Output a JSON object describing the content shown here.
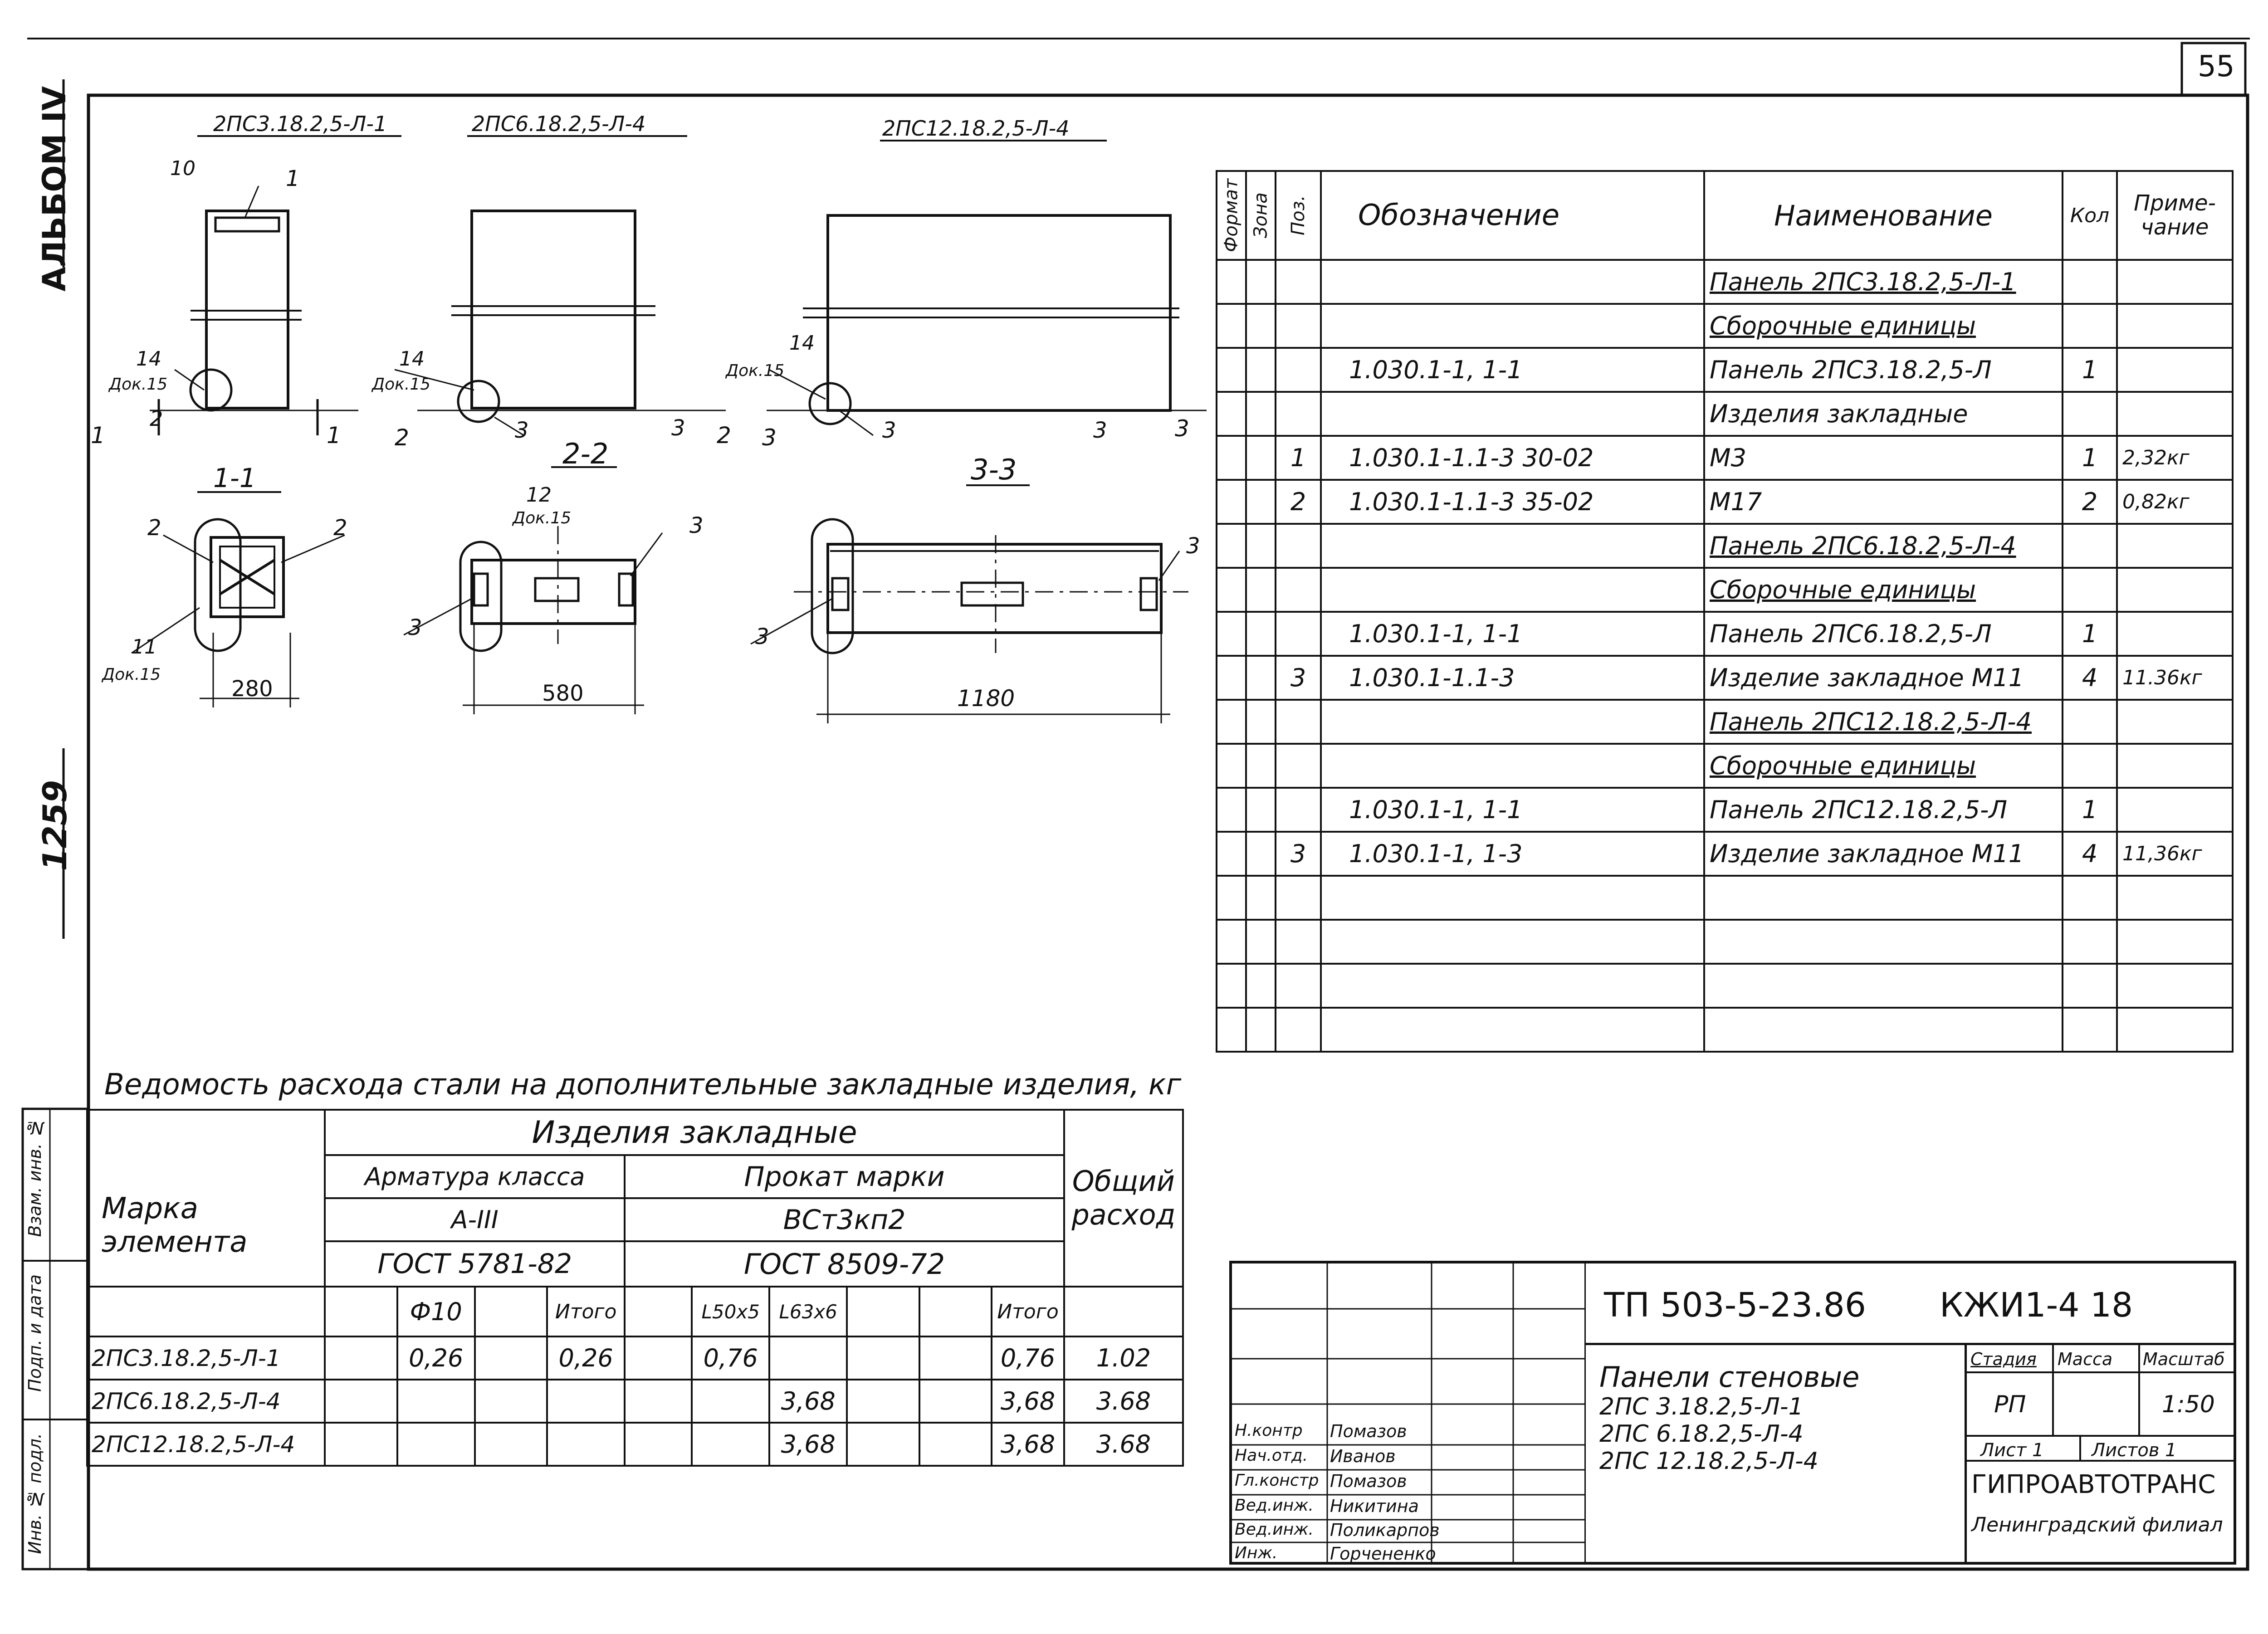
{
  "sheet_number": "55",
  "side": {
    "album": "АЛЬБОМ IV",
    "code": "1259",
    "stamp_labels": [
      "Взам. инв. №",
      "Подп. и дата",
      "Инв. № подл."
    ]
  },
  "drawings": {
    "titles": [
      "2ПС3.18.2,5-Л-1",
      "2ПС6.18.2,5-Л-4",
      "2ПС12.18.2,5-Л-4"
    ],
    "sections": [
      "1-1",
      "2-2",
      "3-3"
    ],
    "dims": [
      "10",
      "280",
      "580",
      "1180",
      "12"
    ],
    "callouts": [
      "1",
      "2",
      "3",
      "11",
      "14",
      "Док.15"
    ],
    "cut_marks": [
      "1",
      "2",
      "3"
    ]
  },
  "spec_table": {
    "headers": {
      "format": "Формат",
      "zone": "Зона",
      "pos": "Поз.",
      "designation": "Обозначение",
      "name": "Наименование",
      "qty": "Кол",
      "note": "Приме-чание"
    },
    "rows": [
      {
        "pos": "",
        "designation": "",
        "name": "Панель 2ПС3.18.2,5-Л-1",
        "qty": "",
        "note": "",
        "u": true
      },
      {
        "pos": "",
        "designation": "",
        "name": "Сборочные единицы",
        "qty": "",
        "note": "",
        "u": true
      },
      {
        "pos": "",
        "designation": "1.030.1-1, 1-1",
        "name": "Панель 2ПС3.18.2,5-Л",
        "qty": "1",
        "note": "",
        "u": false
      },
      {
        "pos": "",
        "designation": "",
        "name": "Изделия закладные",
        "qty": "",
        "note": "",
        "u": false
      },
      {
        "pos": "1",
        "designation": "1.030.1-1.1-3 30-02",
        "name": "М3",
        "qty": "1",
        "note": "2,32кг",
        "u": false
      },
      {
        "pos": "2",
        "designation": "1.030.1-1.1-3 35-02",
        "name": "М17",
        "qty": "2",
        "note": "0,82кг",
        "u": false
      },
      {
        "pos": "",
        "designation": "",
        "name": "Панель 2ПС6.18.2,5-Л-4",
        "qty": "",
        "note": "",
        "u": true
      },
      {
        "pos": "",
        "designation": "",
        "name": "Сборочные единицы",
        "qty": "",
        "note": "",
        "u": true
      },
      {
        "pos": "",
        "designation": "1.030.1-1, 1-1",
        "name": "Панель 2ПС6.18.2,5-Л",
        "qty": "1",
        "note": "",
        "u": false
      },
      {
        "pos": "3",
        "designation": "1.030.1-1.1-3",
        "name": "Изделие закладное М11",
        "qty": "4",
        "note": "11.36кг",
        "u": false
      },
      {
        "pos": "",
        "designation": "",
        "name": "Панель 2ПС12.18.2,5-Л-4",
        "qty": "",
        "note": "",
        "u": true
      },
      {
        "pos": "",
        "designation": "",
        "name": "Сборочные единицы",
        "qty": "",
        "note": "",
        "u": true
      },
      {
        "pos": "",
        "designation": "1.030.1-1, 1-1",
        "name": "Панель 2ПС12.18.2,5-Л",
        "qty": "1",
        "note": "",
        "u": false
      },
      {
        "pos": "3",
        "designation": "1.030.1-1, 1-3",
        "name": "Изделие закладное М11",
        "qty": "4",
        "note": "11,36кг",
        "u": false
      },
      {
        "pos": "",
        "designation": "",
        "name": "",
        "qty": "",
        "note": "",
        "u": false
      },
      {
        "pos": "",
        "designation": "",
        "name": "",
        "qty": "",
        "note": "",
        "u": false
      },
      {
        "pos": "",
        "designation": "",
        "name": "",
        "qty": "",
        "note": "",
        "u": false
      },
      {
        "pos": "",
        "designation": "",
        "name": "",
        "qty": "",
        "note": "",
        "u": false
      }
    ]
  },
  "steel_table": {
    "caption": "Ведомость расхода стали на дополнительные закладные изделия, кг",
    "mark_header": "Марка элемента",
    "group_header": "Изделия закладные",
    "rebar_class": "Арматура класса",
    "rebar_grade": "А-III",
    "rebar_gost": "ГОСТ 5781-82",
    "rolled_brand": "Прокат марки",
    "rolled_grade": "ВСт3кп2",
    "rolled_gost": "ГОСТ 8509-72",
    "total_header": "Общий расход",
    "sub_cols": [
      "Ф10",
      "",
      "Итого",
      "L50x5",
      "L63x6",
      "",
      "",
      "Итого"
    ],
    "rows": [
      {
        "mark": "2ПС3.18.2,5-Л-1",
        "f10": "0,26",
        "itogo1": "0,26",
        "l50": "0,76",
        "l63": "",
        "itogo2": "0,76",
        "total": "1.02"
      },
      {
        "mark": "2ПС6.18.2,5-Л-4",
        "f10": "",
        "itogo1": "",
        "l50": "",
        "l63": "3,68",
        "itogo2": "3,68",
        "total": "3.68"
      },
      {
        "mark": "2ПС12.18.2,5-Л-4",
        "f10": "",
        "itogo1": "",
        "l50": "",
        "l63": "3,68",
        "itogo2": "3,68",
        "total": "3.68"
      }
    ]
  },
  "title_block": {
    "doc_code": "ТП 503-5-23.86",
    "sheet_code": "КЖИ1-4 18",
    "description_lines": [
      "Панели стеновые",
      "2ПС 3.18.2,5-Л-1",
      "2ПС 6.18.2,5-Л-4",
      "2ПС 12.18.2,5-Л-4"
    ],
    "stage_label": "Стадия",
    "mass_label": "Масса",
    "scale_label": "Масштаб",
    "stage": "РП",
    "scale": "1:50",
    "sheet_label": "Лист 1",
    "sheets_label": "Листов 1",
    "org": "ГИПРОАВТОТРАНС",
    "branch": "Ленинградский филиал",
    "signatures": [
      {
        "role": "Н.контр",
        "name": "Помазов"
      },
      {
        "role": "Нач.отд.",
        "name": "Иванов"
      },
      {
        "role": "Гл.констр",
        "name": "Помазов"
      },
      {
        "role": "Вед.инж.",
        "name": "Никитина"
      },
      {
        "role": "Вед.инж.",
        "name": "Поликарпов"
      },
      {
        "role": "Инж.",
        "name": "Горчененко"
      }
    ]
  }
}
